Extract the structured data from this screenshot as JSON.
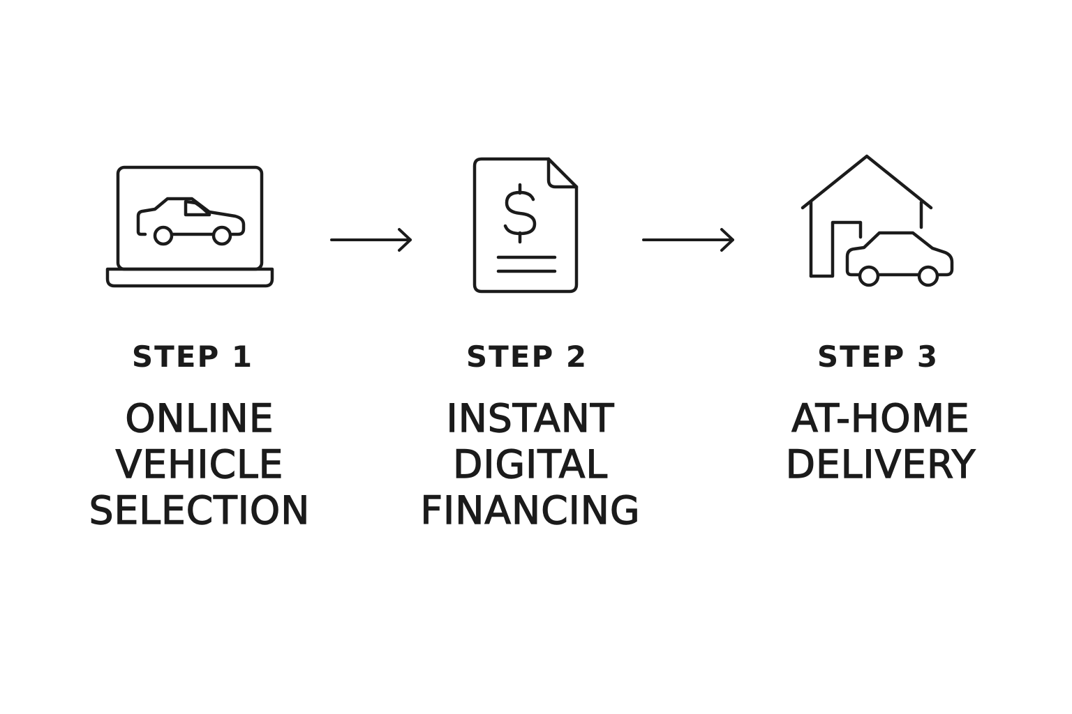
{
  "steps": [
    {
      "label": "STEP 1",
      "title_lines": [
        "ONLINE",
        "VEHICLE",
        "SELECTION"
      ],
      "icon": "laptop-car-icon"
    },
    {
      "label": "STEP 2",
      "title_lines": [
        "INSTANT",
        "DIGITAL",
        "FINANCING"
      ],
      "icon": "dollar-document-icon"
    },
    {
      "label": "STEP 3",
      "title_lines": [
        "AT-HOME",
        "DELIVERY"
      ],
      "icon": "house-garage-car-icon"
    }
  ],
  "connectors": [
    "arrow-right-icon",
    "arrow-right-icon"
  ],
  "colors": {
    "background": "#ffffff",
    "ink": "#1b1b1b"
  }
}
